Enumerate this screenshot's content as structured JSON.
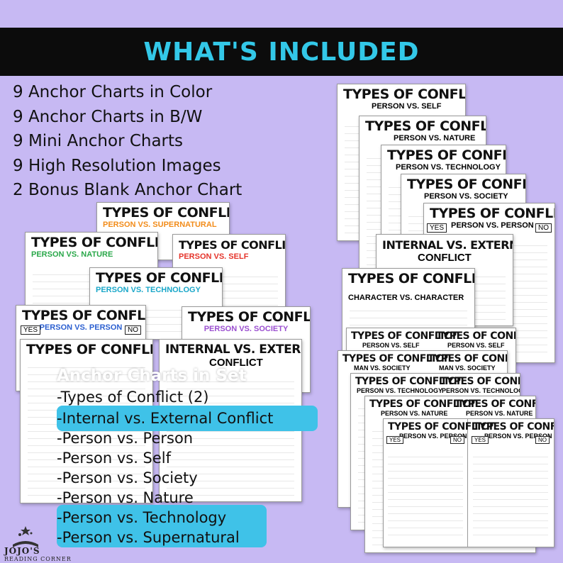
{
  "banner": {
    "title": "WHAT'S INCLUDED"
  },
  "included": [
    "9 Anchor Charts in Color",
    "9 Anchor Charts in B/W",
    "9 Mini Anchor Charts",
    "9 High Resolution Images",
    "2 Bonus Blank Anchor Chart"
  ],
  "cards": {
    "supernatural": {
      "title": "TYPES OF CONFLICT",
      "sub": "PERSON VS. SUPERNATURAL"
    },
    "nature": {
      "title": "TYPES OF CONFLICT",
      "sub": "PERSON VS. NATURE"
    },
    "self": {
      "title": "TYPES OF CONFLICT",
      "sub": "PERSON VS. SELF"
    },
    "technology": {
      "title": "TYPES OF CONFLICT",
      "sub": "PERSON VS. TECHNOLOGY"
    },
    "person": {
      "title": "TYPES OF CONFLICT",
      "sub": "PERSON VS. PERSON"
    },
    "society": {
      "title": "TYPES OF CONFLICT",
      "sub": "PERSON VS. SOCIETY"
    },
    "general": {
      "title": "TYPES OF CONFLICT",
      "sub": ""
    },
    "internal": {
      "title": "INTERNAL VS. EXTERNAL",
      "sub": "CONFLICT"
    },
    "yes": "YES",
    "no": "NO"
  },
  "bw_cards": {
    "self": {
      "title": "TYPES OF CONFLICT",
      "sub": "PERSON VS. SELF"
    },
    "nature": {
      "title": "TYPES OF CONFLICT",
      "sub": "PERSON VS. NATURE"
    },
    "technology": {
      "title": "TYPES OF CONFLICT",
      "sub": "PERSON VS. TECHNOLOGY"
    },
    "society": {
      "title": "TYPES OF CONFLICT",
      "sub": "PERSON VS. SOCIETY"
    },
    "person": {
      "title": "TYPES OF CONFLICT",
      "sub": "PERSON VS. PERSON"
    },
    "internal": {
      "title": "INTERNAL VS. EXTERNAL",
      "sub": "CONFLICT"
    },
    "general": {
      "title": "TYPES OF CONFLICT",
      "sub": "CHARACTER VS. CHARACTER"
    }
  },
  "mini_cards": [
    {
      "title": "TYPES OF CONFLICT",
      "sub": "PERSON VS. SELF"
    },
    {
      "title": "TYPES OF CONFLICT",
      "sub": "PERSON VS. SELF"
    },
    {
      "title": "TYPES OF CONFLICT",
      "sub": "MAN VS. SOCIETY"
    },
    {
      "title": "TYPES OF CONFLICT",
      "sub": "MAN VS. SOCIETY"
    },
    {
      "title": "TYPES OF CONFLICT",
      "sub": "PERSON VS. TECHNOLOGY"
    },
    {
      "title": "TYPES OF CONFLICT",
      "sub": "PERSON VS. TECHNOLOGY"
    },
    {
      "title": "TYPES OF CONFLICT",
      "sub": "PERSON VS. NATURE"
    },
    {
      "title": "TYPES OF CONFLICT",
      "sub": "PERSON VS. NATURE"
    },
    {
      "title": "TYPES OF CONFLICT",
      "sub": "PERSON VS. PERSON"
    },
    {
      "title": "TYPES OF CONFLICT",
      "sub": "PERSON VS. PERSON"
    }
  ],
  "set": {
    "title": "Anchor Charts in Set",
    "items": [
      "-Types of Conflict (2)",
      "-Internal vs. External Conflict",
      "-Person vs. Person",
      "-Person vs. Self",
      "-Person vs. Society",
      "-Person vs. Nature",
      "-Person vs. Technology",
      "-Person vs. Supernatural"
    ]
  },
  "logo": {
    "text": "JOJO'S",
    "sub": "READING CORNER"
  },
  "colors": {
    "background": "#c7b9f3",
    "banner": "#0c0c0c",
    "banner_text": "#33c8e8",
    "highlight": "#3fc2e8",
    "supernatural": "#f28c1a",
    "nature": "#2aa84a",
    "self": "#e5332a",
    "technology": "#1aa7c9",
    "person": "#2b5fd0",
    "society": "#9b4fd0"
  }
}
